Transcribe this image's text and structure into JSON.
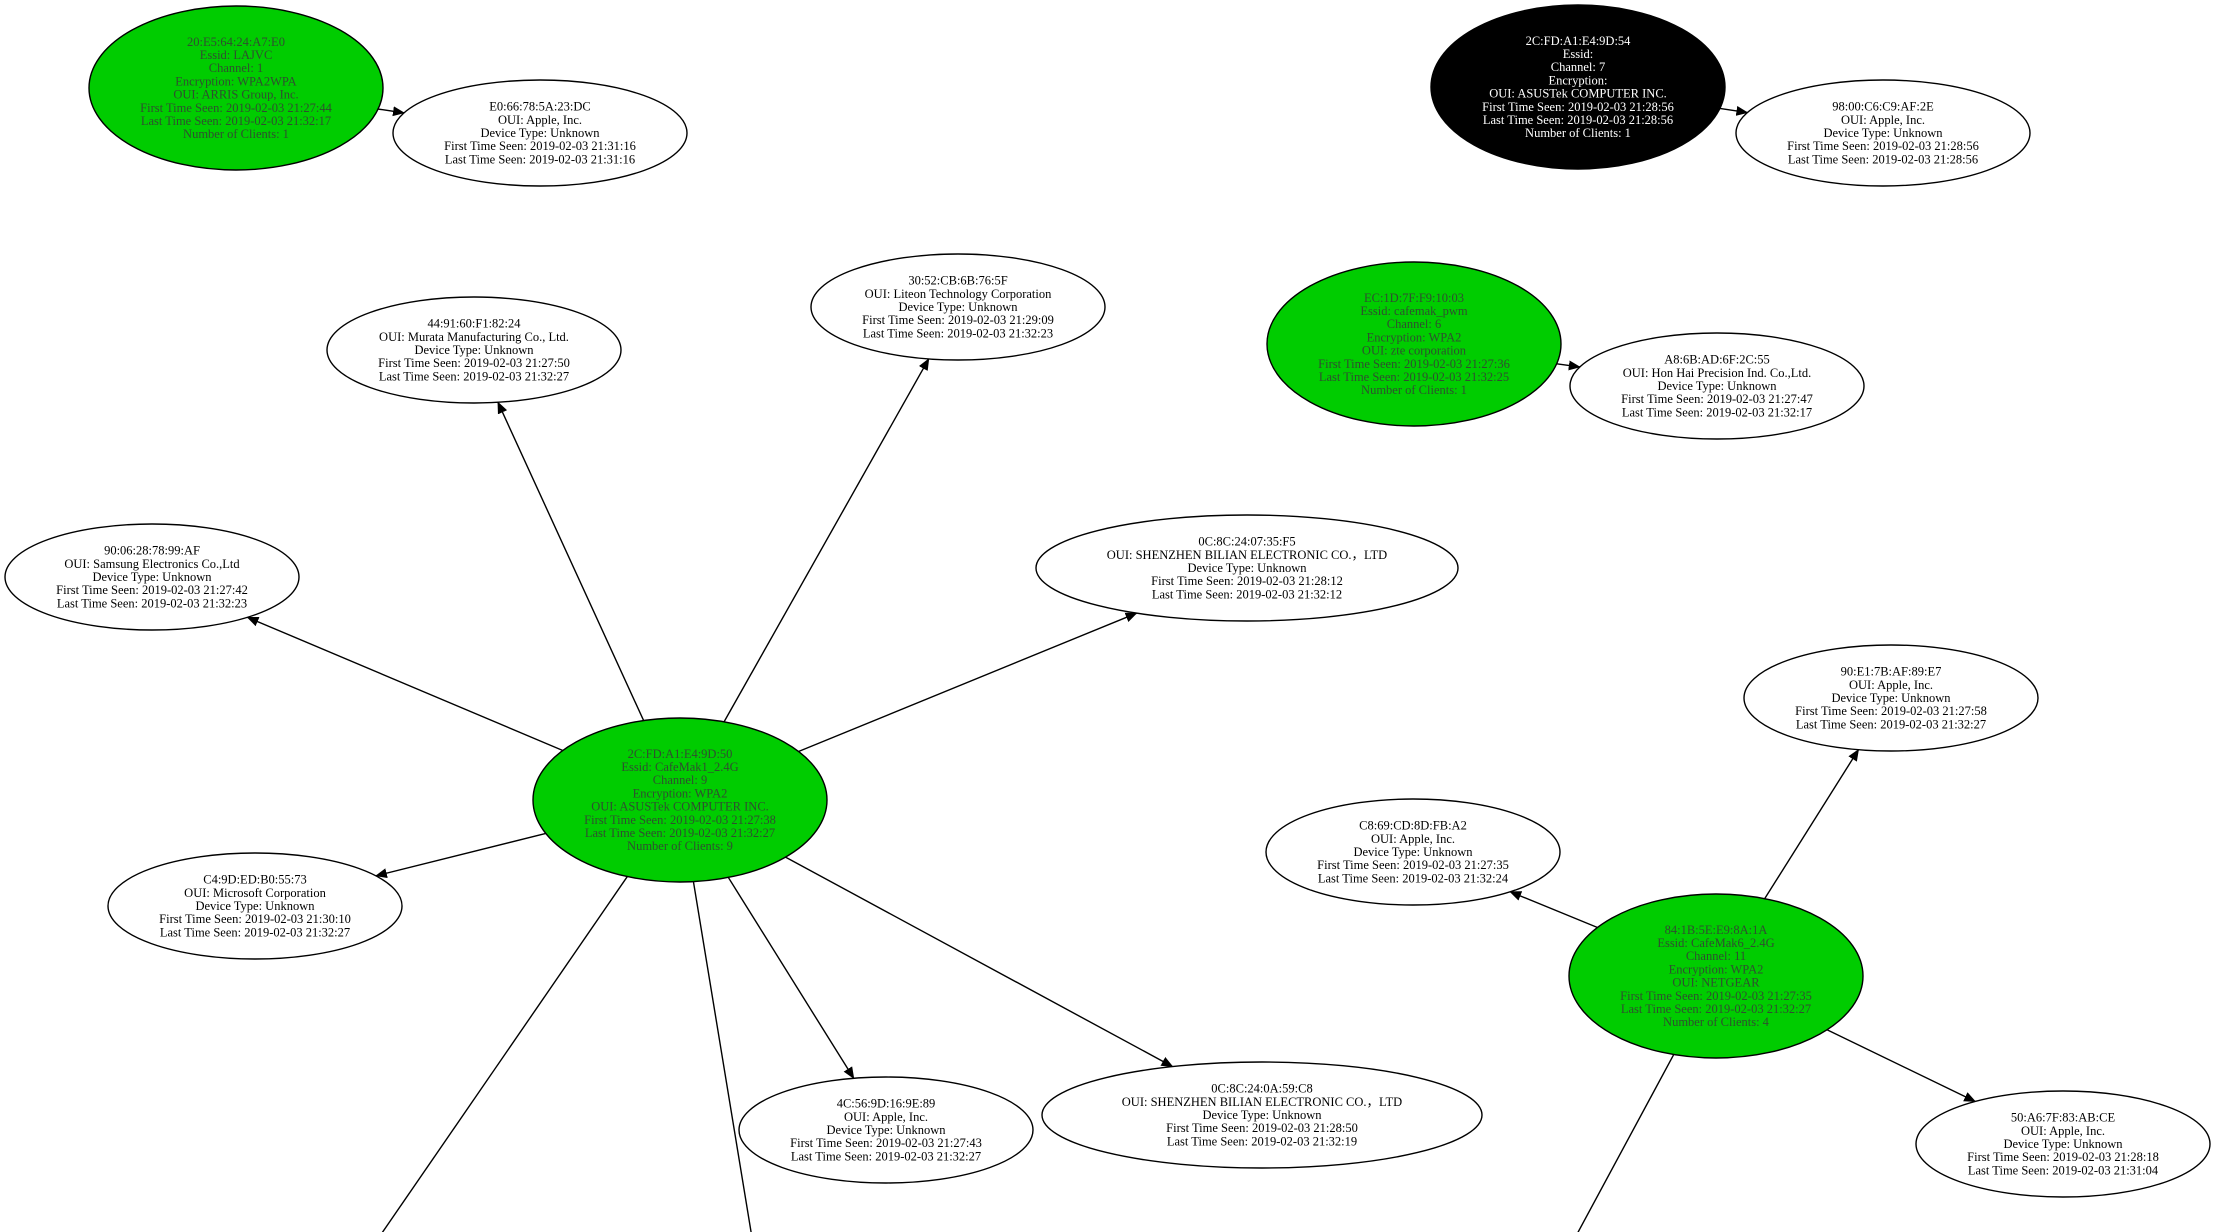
{
  "colors": {
    "ap_fill": "#00cc00",
    "hidden_ap_fill": "#000000",
    "client_fill": "#ffffff",
    "stroke": "#000000",
    "ap_text": "#2f4f2f",
    "hidden_ap_text": "#ffffff",
    "client_text": "#000000"
  },
  "nodes": [
    {
      "id": "ap_20e5",
      "kind": "ap",
      "lines": [
        "20:E5:64:24:A7:E0",
        "Essid: LAJVC",
        "Channel: 1",
        "Encryption: WPA2WPA",
        "OUI: ARRIS Group, Inc.",
        "First Time Seen:  2019-02-03 21:27:44",
        "Last Time Seen:  2019-02-03 21:32:17",
        "Number of Clients: 1"
      ]
    },
    {
      "id": "cl_e066",
      "kind": "client",
      "lines": [
        "E0:66:78:5A:23:DC",
        "OUI: Apple, Inc.",
        "Device Type: Unknown",
        "First Time Seen:  2019-02-03 21:31:16",
        "Last Time Seen:  2019-02-03 21:31:16"
      ]
    },
    {
      "id": "ap_2cfd_54",
      "kind": "hidden_ap",
      "lines": [
        "2C:FD:A1:E4:9D:54",
        "Essid:",
        "Channel: 7",
        "Encryption:",
        "OUI: ASUSTek COMPUTER INC.",
        "First Time Seen:  2019-02-03 21:28:56",
        "Last Time Seen:  2019-02-03 21:28:56",
        "Number of Clients: 1"
      ]
    },
    {
      "id": "cl_9800",
      "kind": "client",
      "lines": [
        "98:00:C6:C9:AF:2E",
        "OUI: Apple, Inc.",
        "Device Type: Unknown",
        "First Time Seen:  2019-02-03 21:28:56",
        "Last Time Seen:  2019-02-03 21:28:56"
      ]
    },
    {
      "id": "cl_3052",
      "kind": "client",
      "lines": [
        "30:52:CB:6B:76:5F",
        "OUI: Liteon Technology Corporation",
        "Device Type: Unknown",
        "First Time Seen:  2019-02-03 21:29:09",
        "Last Time Seen:  2019-02-03 21:32:23"
      ]
    },
    {
      "id": "cl_4491",
      "kind": "client",
      "lines": [
        "44:91:60:F1:82:24",
        "OUI: Murata Manufacturing Co., Ltd.",
        "Device Type: Unknown",
        "First Time Seen:  2019-02-03 21:27:50",
        "Last Time Seen:  2019-02-03 21:32:27"
      ]
    },
    {
      "id": "ap_ec1d",
      "kind": "ap",
      "lines": [
        "EC:1D:7F:F9:10:03",
        "Essid: cafemak_pwm",
        "Channel: 6",
        "Encryption: WPA2",
        "OUI: zte corporation",
        "First Time Seen:  2019-02-03 21:27:36",
        "Last Time Seen:  2019-02-03 21:32:25",
        "Number of Clients: 1"
      ]
    },
    {
      "id": "cl_a86b",
      "kind": "client",
      "lines": [
        "A8:6B:AD:6F:2C:55",
        "OUI: Hon Hai Precision Ind. Co.,Ltd.",
        "Device Type: Unknown",
        "First Time Seen:  2019-02-03 21:27:47",
        "Last Time Seen:  2019-02-03 21:32:17"
      ]
    },
    {
      "id": "cl_9006",
      "kind": "client",
      "lines": [
        "90:06:28:78:99:AF",
        "OUI: Samsung Electronics Co.,Ltd",
        "Device Type: Unknown",
        "First Time Seen:  2019-02-03 21:27:42",
        "Last Time Seen:  2019-02-03 21:32:23"
      ]
    },
    {
      "id": "cl_0c8c_f5",
      "kind": "client",
      "lines": [
        "0C:8C:24:07:35:F5",
        "OUI: SHENZHEN BILIAN ELECTRONIC CO.，LTD",
        "Device Type: Unknown",
        "First Time Seen:  2019-02-03 21:28:12",
        "Last Time Seen:  2019-02-03 21:32:12"
      ]
    },
    {
      "id": "cl_90e1",
      "kind": "client",
      "lines": [
        "90:E1:7B:AF:89:E7",
        "OUI: Apple, Inc.",
        "Device Type: Unknown",
        "First Time Seen:  2019-02-03 21:27:58",
        "Last Time Seen:  2019-02-03 21:32:27"
      ]
    },
    {
      "id": "ap_2cfd_50",
      "kind": "ap",
      "lines": [
        "2C:FD:A1:E4:9D:50",
        "Essid: CafeMak1_2.4G",
        "Channel: 9",
        "Encryption: WPA2",
        "OUI: ASUSTek COMPUTER INC.",
        "First Time Seen:  2019-02-03 21:27:38",
        "Last Time Seen:  2019-02-03 21:32:27",
        "Number of Clients: 9"
      ]
    },
    {
      "id": "cl_c869",
      "kind": "client",
      "lines": [
        "C8:69:CD:8D:FB:A2",
        "OUI: Apple, Inc.",
        "Device Type: Unknown",
        "First Time Seen:  2019-02-03 21:27:35",
        "Last Time Seen:  2019-02-03 21:32:24"
      ]
    },
    {
      "id": "cl_c49d",
      "kind": "client",
      "lines": [
        "C4:9D:ED:B0:55:73",
        "OUI: Microsoft Corporation",
        "Device Type: Unknown",
        "First Time Seen:  2019-02-03 21:30:10",
        "Last Time Seen:  2019-02-03 21:32:27"
      ]
    },
    {
      "id": "ap_841b",
      "kind": "ap",
      "lines": [
        "84:1B:5E:E9:8A:1A",
        "Essid: CafeMak6_2.4G",
        "Channel: 11",
        "Encryption: WPA2",
        "OUI: NETGEAR",
        "First Time Seen:  2019-02-03 21:27:35",
        "Last Time Seen:  2019-02-03 21:32:27",
        "Number of Clients: 4"
      ]
    },
    {
      "id": "cl_4c56",
      "kind": "client",
      "lines": [
        "4C:56:9D:16:9E:89",
        "OUI: Apple, Inc.",
        "Device Type: Unknown",
        "First Time Seen:  2019-02-03 21:27:43",
        "Last Time Seen:  2019-02-03 21:32:27"
      ]
    },
    {
      "id": "cl_0c8c_c8",
      "kind": "client",
      "lines": [
        "0C:8C:24:0A:59:C8",
        "OUI: SHENZHEN BILIAN ELECTRONIC CO.，LTD",
        "Device Type: Unknown",
        "First Time Seen:  2019-02-03 21:28:50",
        "Last Time Seen:  2019-02-03 21:32:19"
      ]
    },
    {
      "id": "cl_50a6",
      "kind": "client",
      "lines": [
        "50:A6:7F:83:AB:CE",
        "OUI: Apple, Inc.",
        "Device Type: Unknown",
        "First Time Seen:  2019-02-03 21:28:18",
        "Last Time Seen:  2019-02-03 21:31:04"
      ]
    }
  ],
  "edges": [
    {
      "from": "ap_20e5",
      "to": "cl_e066",
      "arrow": true
    },
    {
      "from": "ap_2cfd_54",
      "to": "cl_9800",
      "arrow": true
    },
    {
      "from": "ap_ec1d",
      "to": "cl_a86b",
      "arrow": true
    },
    {
      "from": "ap_2cfd_50",
      "to": "cl_4491",
      "arrow": true
    },
    {
      "from": "ap_2cfd_50",
      "to": "cl_3052",
      "arrow": true
    },
    {
      "from": "ap_2cfd_50",
      "to": "cl_9006",
      "arrow": true
    },
    {
      "from": "ap_2cfd_50",
      "to": "cl_0c8c_f5",
      "arrow": true
    },
    {
      "from": "ap_2cfd_50",
      "to": "cl_c49d",
      "arrow": true
    },
    {
      "from": "ap_2cfd_50",
      "to": "cl_4c56",
      "arrow": true
    },
    {
      "from": "ap_2cfd_50",
      "to": "cl_0c8c_c8",
      "arrow": true
    },
    {
      "from": "ap_2cfd_50",
      "to": "offscreen_a",
      "arrow": false
    },
    {
      "from": "ap_2cfd_50",
      "to": "offscreen_b",
      "arrow": false
    },
    {
      "from": "ap_841b",
      "to": "cl_90e1",
      "arrow": true
    },
    {
      "from": "ap_841b",
      "to": "cl_c869",
      "arrow": true
    },
    {
      "from": "ap_841b",
      "to": "cl_50a6",
      "arrow": true
    },
    {
      "from": "ap_841b",
      "to": "offscreen_c",
      "arrow": false
    }
  ]
}
